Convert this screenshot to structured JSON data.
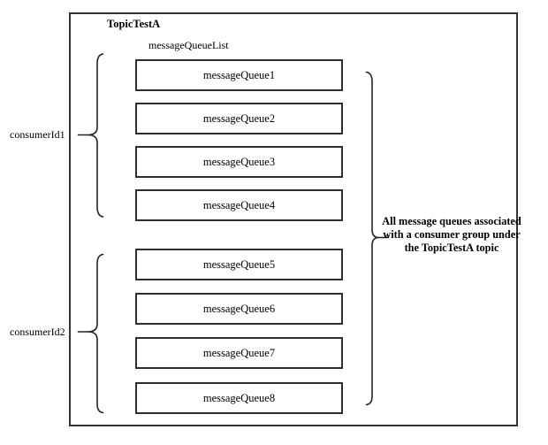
{
  "colors": {
    "background": "#ffffff",
    "line": "#222222",
    "box_border": "#2e2e2e",
    "text": "#000000"
  },
  "diagram": {
    "title": "TopicTestA",
    "queue_list_label": "messageQueueList",
    "queues": [
      {
        "label": "messageQueue1"
      },
      {
        "label": "messageQueue2"
      },
      {
        "label": "messageQueue3"
      },
      {
        "label": "messageQueue4"
      },
      {
        "label": "messageQueue5"
      },
      {
        "label": "messageQueue6"
      },
      {
        "label": "messageQueue7"
      },
      {
        "label": "messageQueue8"
      }
    ],
    "consumer_groups": [
      {
        "label": "consumerId1"
      },
      {
        "label": "consumerId2"
      }
    ],
    "annotation_lines": [
      "All message queues associated",
      "with a consumer group under",
      "the TopicTestA topic"
    ]
  }
}
